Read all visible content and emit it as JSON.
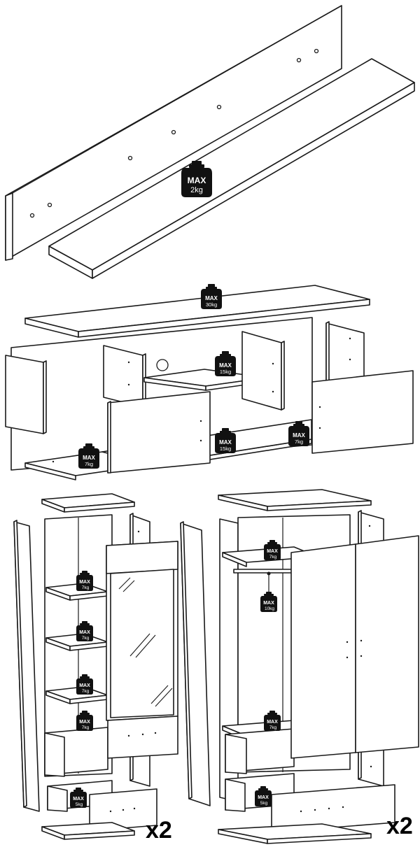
{
  "weights": {
    "max_label": "MAX",
    "wall_shelf": "2kg",
    "tv_top": "30kg",
    "tv_middle_shelf": "15kg",
    "tv_bottom_center": "15kg",
    "tv_bottom_right": "7kg",
    "tv_bottom_left": "7kg",
    "left_cabinet_shelf_1": "7kg",
    "left_cabinet_shelf_2": "7kg",
    "left_cabinet_shelf_3": "7kg",
    "left_cabinet_shelf_4": "7kg",
    "left_cabinet_drawer": "5kg",
    "wardrobe_top_shelf": "7kg",
    "wardrobe_rail": "10kg",
    "wardrobe_lower_shelf": "7kg",
    "wardrobe_drawer": "5kg"
  },
  "quantities": {
    "left_cabinet": "x2",
    "right_wardrobe": "x2"
  }
}
